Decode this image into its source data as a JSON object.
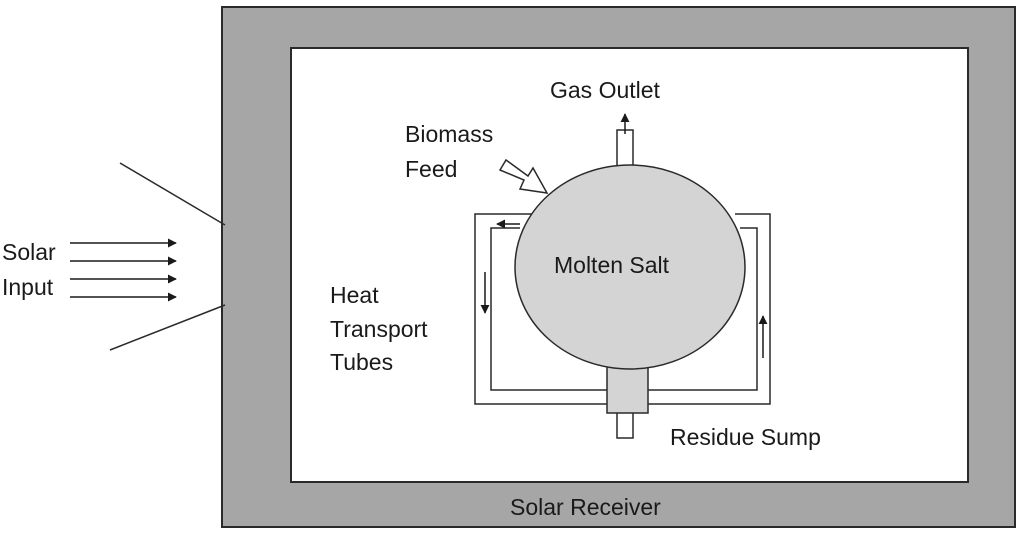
{
  "labels": {
    "solar_input": [
      "Solar",
      "Input"
    ],
    "gas_outlet": "Gas Outlet",
    "biomass_feed": [
      "Biomass",
      "Feed"
    ],
    "molten_salt": "Molten Salt",
    "heat_transport_tubes": [
      "Heat",
      "Transport",
      "Tubes"
    ],
    "residue_sump": "Residue Sump",
    "solar_receiver": "Solar Receiver"
  },
  "colors": {
    "receiver_wall": "#a6a6a6",
    "outline": "#2a2a2a",
    "vessel_fill": "#d4d4d4",
    "background": "#ffffff"
  }
}
